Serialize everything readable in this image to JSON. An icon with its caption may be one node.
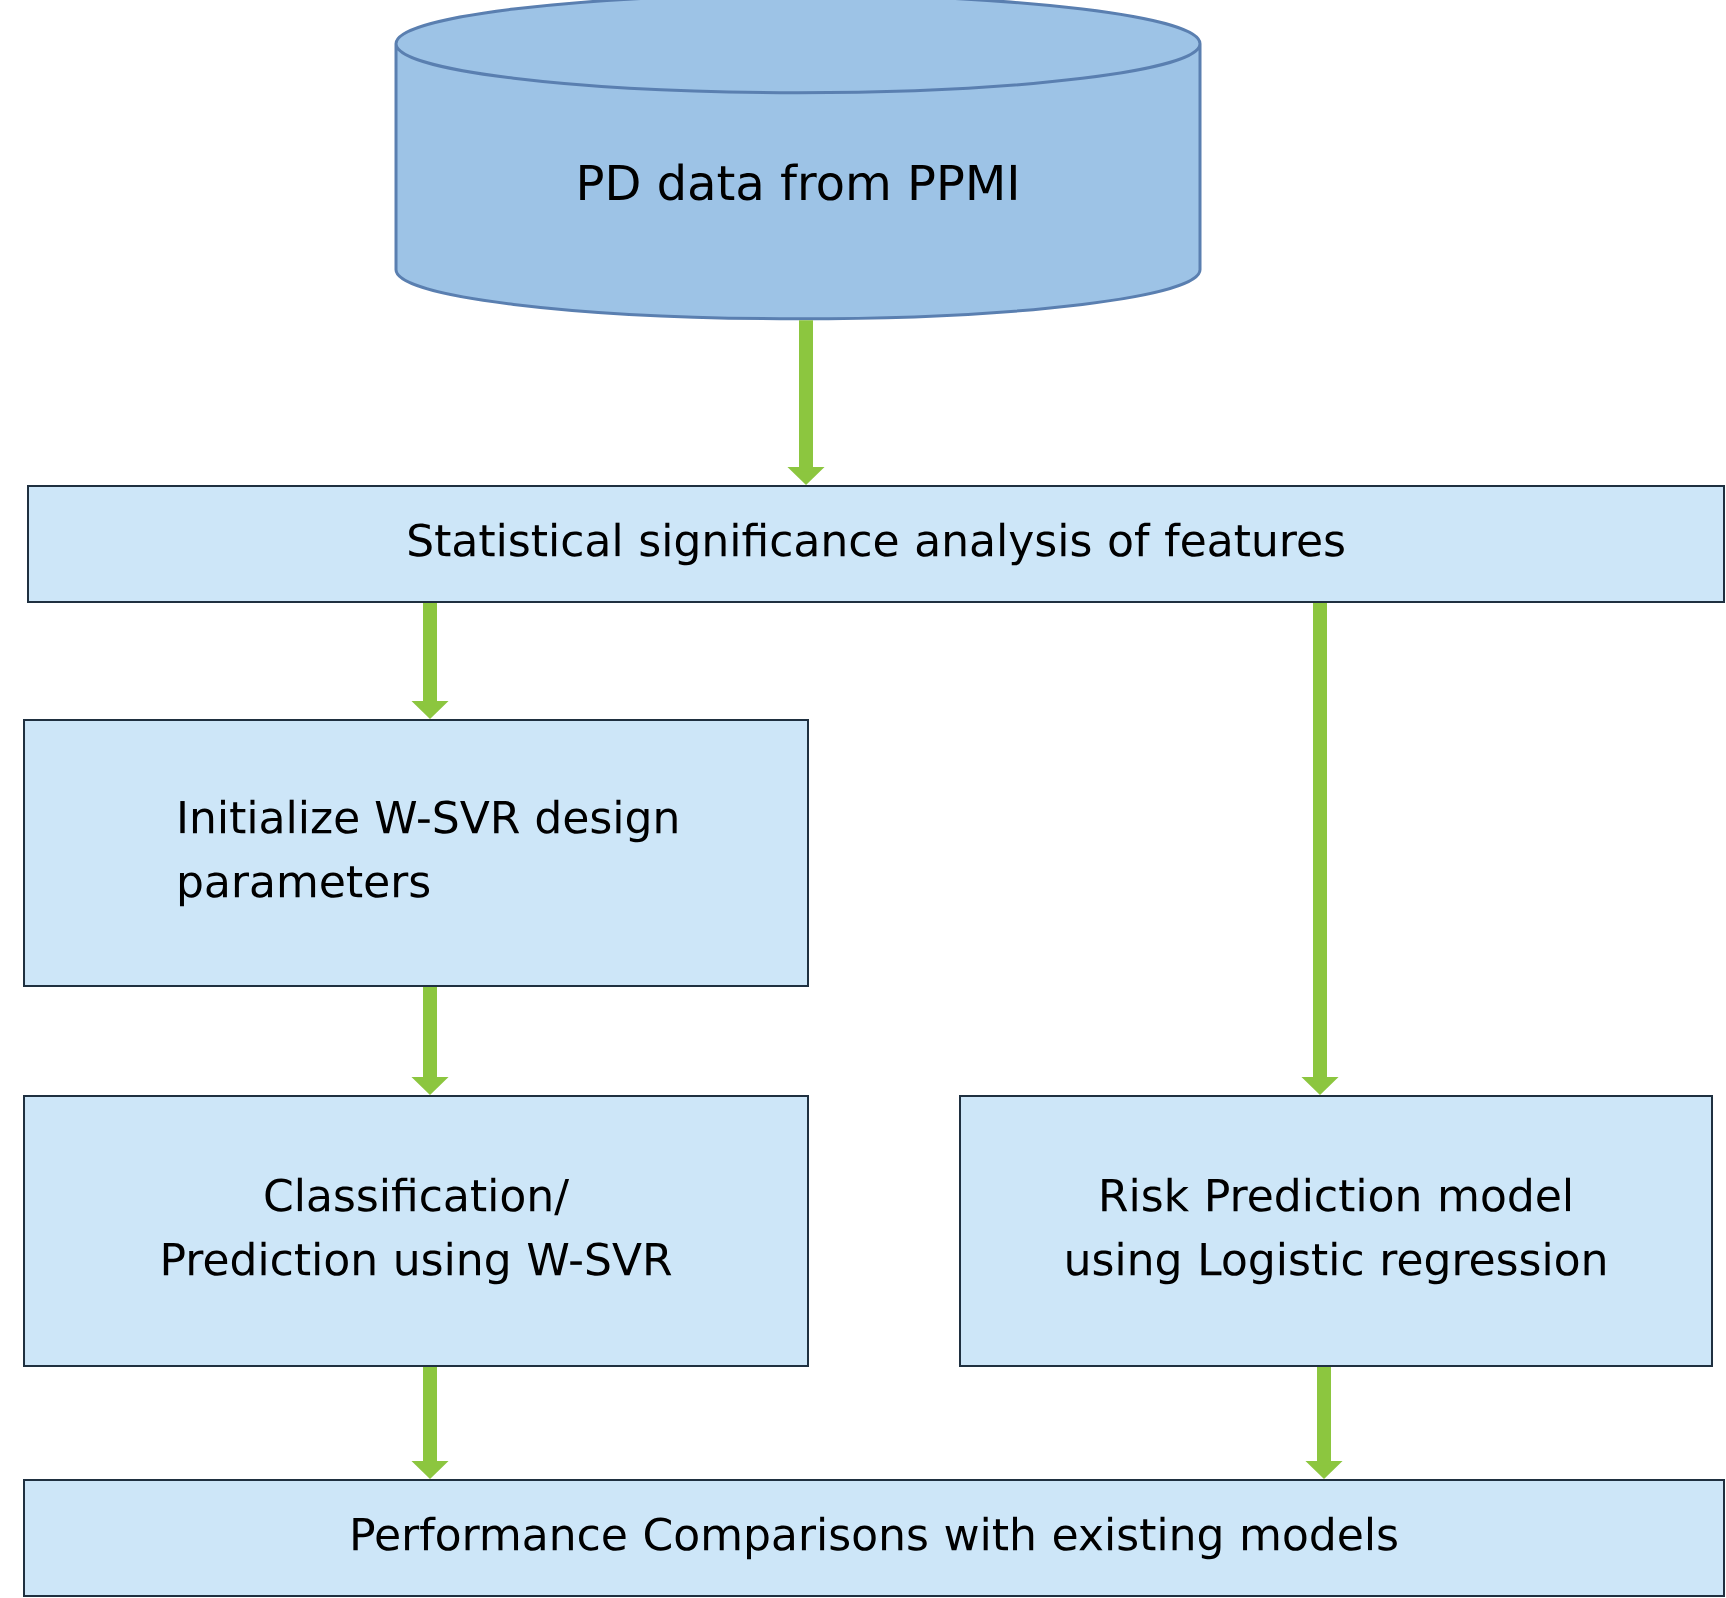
{
  "diagram": {
    "nodes": [
      {
        "text": [
          "PD data from PPMI"
        ]
      },
      {
        "text": [
          "Statistical significance analysis of features"
        ]
      },
      {
        "text": [
          "Initialize W-SVR design parameters"
        ]
      },
      {
        "text": [
          "Classification/ Prediction using W-SVR"
        ]
      },
      {
        "text": [
          "Risk Prediction model using Logistic regression"
        ]
      },
      {
        "text": [
          "Performance Comparisons with existing models"
        ]
      }
    ],
    "edges": [
      {
        "from": 0,
        "to": 1,
        "arrow": "to"
      },
      {
        "from": 1,
        "to": 2,
        "arrow": "to"
      },
      {
        "from": 1,
        "to": 4,
        "arrow": "to"
      },
      {
        "from": 2,
        "to": 3,
        "arrow": "to"
      },
      {
        "from": 3,
        "to": 5,
        "arrow": "to"
      },
      {
        "from": 4,
        "to": 5,
        "arrow": "to"
      }
    ]
  }
}
